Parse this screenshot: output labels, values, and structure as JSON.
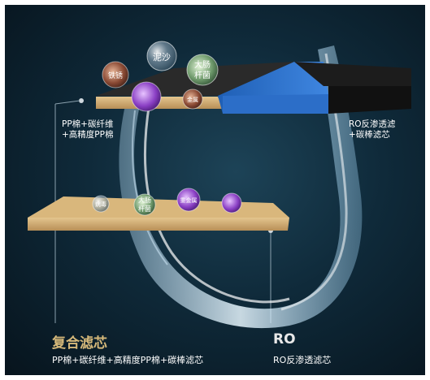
{
  "annotations": {
    "left_line1": "PP棉+碳纤维",
    "left_line2": "+高精度PP棉",
    "right_line1": "RO反渗透滤",
    "right_line2": "+碳棒滤芯"
  },
  "bottom": {
    "left_title": "复合滤芯",
    "left_desc": "PP棉+碳纤维+高精度PP棉+碳棒滤芯",
    "right_title": "RO",
    "right_desc": "RO反渗透滤芯"
  },
  "bubbles": {
    "rust": "铁锈",
    "sediment": "泥沙",
    "ecoli_line1": "大肠",
    "ecoli_line2": "杆菌",
    "metal": "金属",
    "virus": "病毒",
    "ecoli2_line1": "大肠",
    "ecoli2_line2": "杆菌",
    "heavy_metal": "重金属"
  },
  "colors": {
    "background": "#0f2a3a",
    "title_gold": "#d6b97a",
    "filter_blue": "#2f6fc2",
    "cork": "#c9a36a"
  }
}
